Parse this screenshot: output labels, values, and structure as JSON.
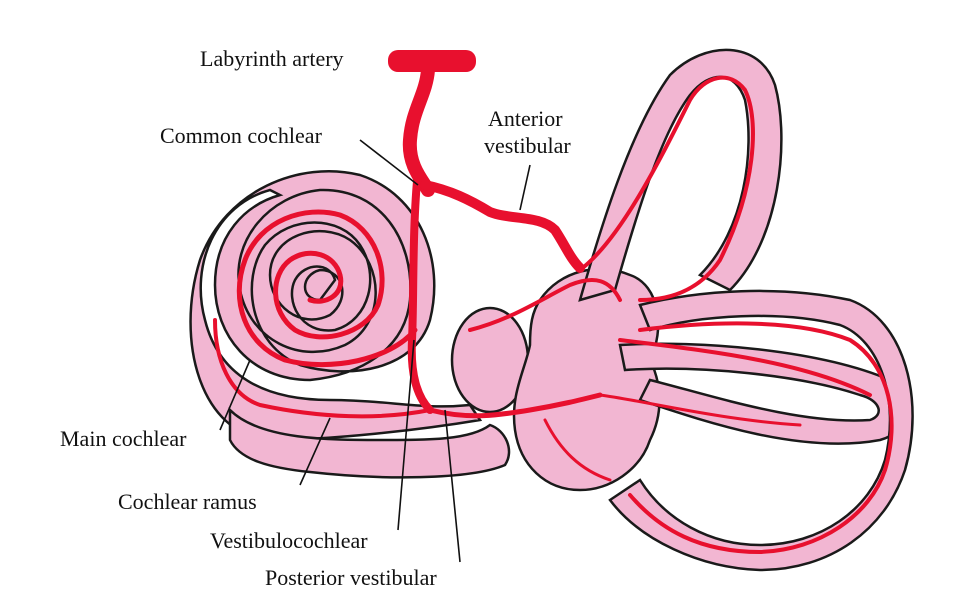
{
  "labels": {
    "labyrinth_artery": "Labyrinth artery",
    "common_cochlear": "Common cochlear",
    "anterior_vestibular_line1": "Anterior",
    "anterior_vestibular_line2": "vestibular",
    "main_cochlear": "Main cochlear",
    "cochlear_ramus": "Cochlear ramus",
    "vestibulocochlear": "Vestibulocochlear",
    "posterior_vestibular": "Posterior vestibular"
  },
  "colors": {
    "tissue": "#f2b6d2",
    "tissue_outline": "#1a1a1a",
    "artery": "#e8102e",
    "highlight": "#fff6a8",
    "background": "#ffffff"
  }
}
